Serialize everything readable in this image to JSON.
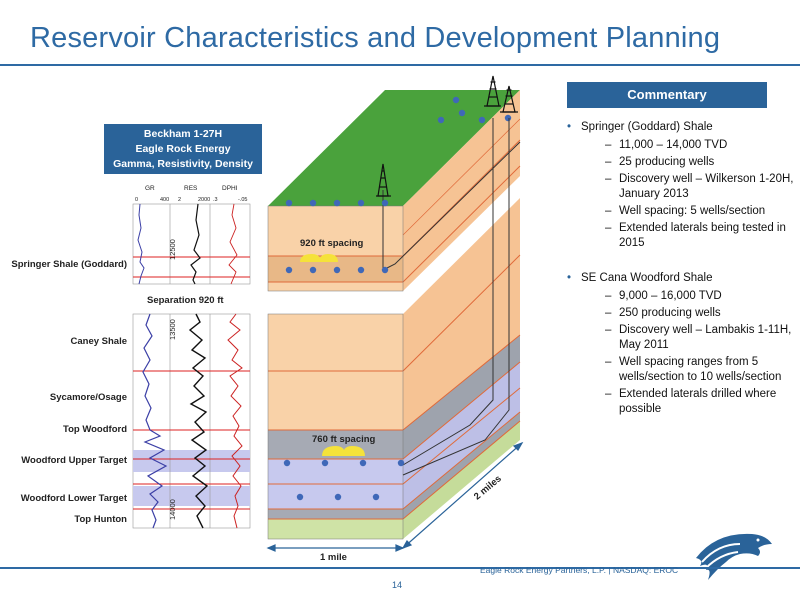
{
  "title": "Reservoir Characteristics and Development Planning",
  "commentary": {
    "header": "Commentary",
    "sections": [
      {
        "heading": "Springer (Goddard) Shale",
        "items": [
          "11,000 – 14,000 TVD",
          "25 producing wells",
          "Discovery well – Wilkerson 1-20H, January 2013",
          "Well spacing: 5 wells/section",
          "Extended laterals being tested in 2015"
        ]
      },
      {
        "heading": "SE Cana Woodford Shale",
        "items": [
          "9,000 – 16,000 TVD",
          "250 producing wells",
          "Discovery well – Lambakis 1-11H, May 2011",
          "Well spacing ranges from 5 wells/section to 10 wells/section",
          "Extended laterals drilled where possible"
        ]
      }
    ]
  },
  "well_log": {
    "line1": "Beckham 1-27H",
    "line2": "Eagle Rock Energy",
    "line3": "Gamma, Resistivity, Density",
    "track_headers": [
      "GR",
      "RES",
      "DPHI"
    ],
    "gr_scale": [
      "0",
      "400"
    ],
    "res_scale": [
      "2",
      "2000"
    ],
    "dphi_scale": [
      ".3",
      "-.05"
    ],
    "depths": [
      "12500",
      "13500",
      "14000"
    ],
    "separation": "Separation 920 ft"
  },
  "formations": {
    "springer": "Springer Shale (Goddard)",
    "caney": "Caney Shale",
    "sycamore": "Sycamore/Osage",
    "top_woodford": "Top Woodford",
    "wf_upper": "Woodford Upper Target",
    "wf_lower": "Woodford Lower Target",
    "top_hunton": "Top Hunton"
  },
  "block": {
    "spacing_upper": "920 ft spacing",
    "spacing_lower": "760 ft spacing",
    "width_label": "1 mile",
    "depth_label": "2 miles"
  },
  "colors": {
    "brand_blue": "#2a6399",
    "grass": "#4aa23c",
    "rock": "#f9d2a8",
    "shale_grey": "#a6aab4",
    "target_blue": "#c7c9ee",
    "hunton_green": "#cfe3a6",
    "well_dot": "#3f68b8",
    "spacing_yellow": "#f5e23a"
  },
  "footer": {
    "company": "Eagle Rock Energy Partners, L.P.",
    "ticker": "NASDAQ: EROC",
    "page": "14"
  }
}
